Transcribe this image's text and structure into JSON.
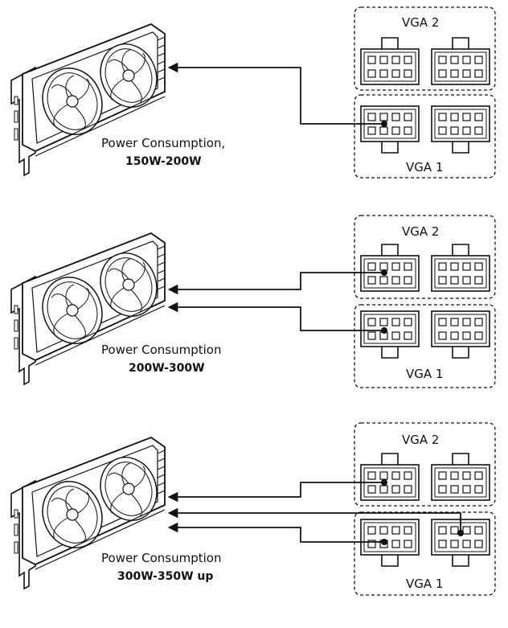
{
  "panels": [
    {
      "caption": "Power Consumption,",
      "wattage": "150W-200W",
      "vga_top": "VGA 2",
      "vga_bottom": "VGA 1",
      "cables": 1
    },
    {
      "caption": "Power Consumption",
      "wattage": "200W-300W",
      "vga_top": "VGA 2",
      "vga_bottom": "VGA 1",
      "cables": 2
    },
    {
      "caption": "Power Consumption",
      "wattage": "300W-350W up",
      "vga_top": "VGA 2",
      "vga_bottom": "VGA 1",
      "cables": 3
    }
  ],
  "colors": {
    "line": "#111111",
    "background": "#ffffff"
  },
  "icons": [
    "graphics-card-icon",
    "pcie-8pin-connector-icon",
    "arrow-head-icon"
  ]
}
